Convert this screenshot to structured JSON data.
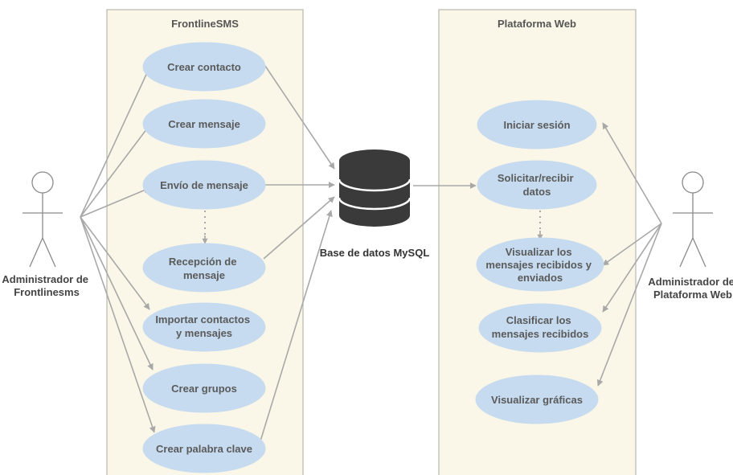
{
  "systems": {
    "left": {
      "title": "FrontlineSMS"
    },
    "right": {
      "title": "Plataforma Web"
    }
  },
  "actors": {
    "left": {
      "label": [
        "Administrador de",
        "Frontlinesms"
      ]
    },
    "right": {
      "label": [
        "Administrador de",
        "Plataforma Web"
      ]
    }
  },
  "database": {
    "label": "Base de datos MySQL",
    "icon": "database-icon"
  },
  "use_cases_left": [
    {
      "lines": [
        "Crear contacto"
      ]
    },
    {
      "lines": [
        "Crear mensaje"
      ]
    },
    {
      "lines": [
        "Envío de mensaje"
      ]
    },
    {
      "lines": [
        "Recepción de",
        "mensaje"
      ]
    },
    {
      "lines": [
        "Importar contactos",
        "y mensajes"
      ]
    },
    {
      "lines": [
        "Crear grupos"
      ]
    },
    {
      "lines": [
        "Crear palabra clave"
      ]
    }
  ],
  "use_cases_right": [
    {
      "lines": [
        "Iniciar sesión"
      ]
    },
    {
      "lines": [
        "Solicitar/recibir",
        "datos"
      ]
    },
    {
      "lines": [
        "Visualizar los",
        "mensajes recibidos y",
        "enviados"
      ]
    },
    {
      "lines": [
        "Clasificar los",
        "mensajes recibidos"
      ]
    },
    {
      "lines": [
        "Visualizar gráficas"
      ]
    }
  ],
  "colors": {
    "system_fill": "#fbf7e8",
    "use_case_fill": "#c6dbef",
    "connector": "#a8a8a8",
    "database": "#3a3a3a"
  }
}
